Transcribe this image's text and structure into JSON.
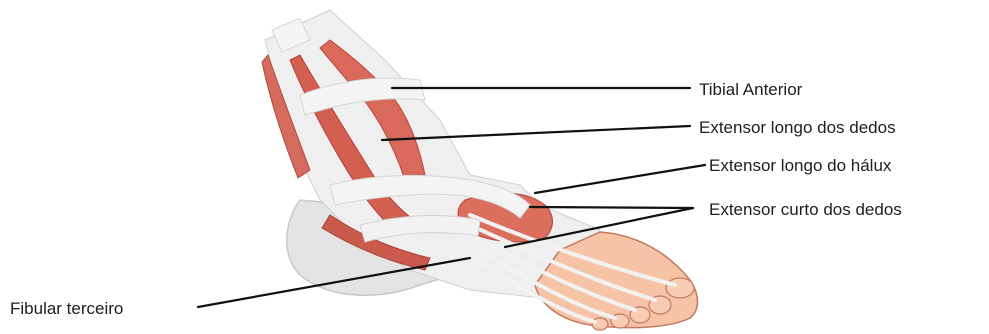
{
  "labels": {
    "tibial_anterior": "Tibial Anterior",
    "extensor_longo_dedos": "Extensor longo dos dedos",
    "extensor_longo_halux": "Extensor longo do hálux",
    "extensor_curto_dedos": "Extensor curto dos dedos",
    "fibular_terceiro": "Fibular terceiro"
  },
  "colors": {
    "muscle": "#d9695a",
    "muscle_dark": "#b9473b",
    "tendon": "#eeeeee",
    "retinaculum": "#f3f3f3",
    "bone": "#e6e6e6",
    "skin": "#f6c3a6",
    "skin_outline": "#c07a5e",
    "leader": "#111111"
  }
}
